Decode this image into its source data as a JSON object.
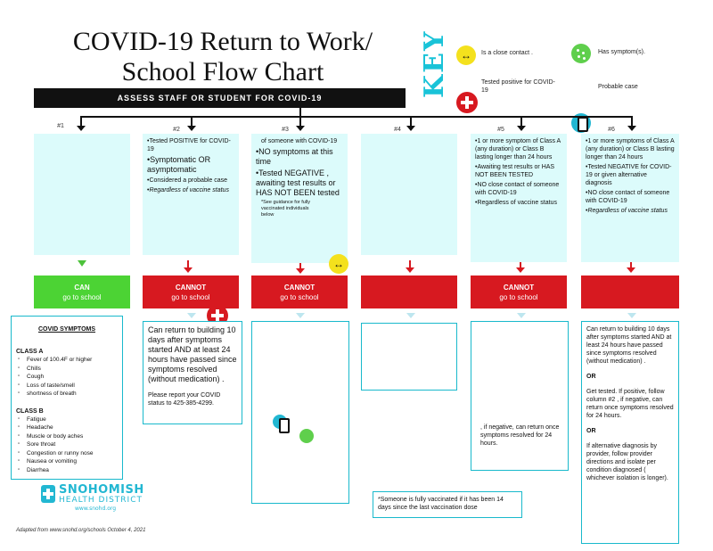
{
  "title_line1": "COVID-19 Return to Work/",
  "title_line2": "School Flow Chart",
  "banner": "ASSESS STAFF OR STUDENT FOR COVID-19",
  "key": {
    "label": "KEY",
    "contact_text": "Is a close contact .",
    "symptoms_text": "Has symptom(s).",
    "tested_text": "Tested positive for COVID-19",
    "probable_text": "Probable case",
    "contact_color": "#f4e11d",
    "symptoms_color": "#5fcf4c",
    "tested_color": "#d71920",
    "probable_color": "#22b7d2"
  },
  "columns": [
    {
      "num": "#1"
    },
    {
      "num": "#2"
    },
    {
      "num": "#3"
    },
    {
      "num": "#4"
    },
    {
      "num": "#5"
    },
    {
      "num": "#6"
    }
  ],
  "col2": {
    "b1": "Tested POSITIVE for COVID-19",
    "b2": "Symptomatic OR asymptomatic",
    "b3": "Considered a probable case",
    "b4": "Regardless of vaccine status"
  },
  "col3": {
    "l1": "of someone with COVID-19",
    "b1": "NO symptoms at this time",
    "b2": "Tested NEGATIVE , awaiting test results or HAS NOT BEEN tested",
    "note": "*See guidance for fully vaccinated individuals below"
  },
  "col5": {
    "b1": "1 or more symptom of Class A (any duration) or Class B lasting longer than 24 hours",
    "b2": "Awaiting test results or HAS NOT BEEN TESTED",
    "b3": "NO close contact of someone with COVID-19",
    "b4": "Regardless of vaccine status"
  },
  "col6": {
    "b1": "1 or more symptoms of Class A (any duration) or Class B lasting longer than 24 hours",
    "b2": "Tested NEGATIVE for COVID-19 or given alternative diagnosis",
    "b3": "NO close contact of someone with COVID-19",
    "b4": "Regardless of vaccine status"
  },
  "decisions": {
    "can": "CAN",
    "cannot": "CANNOT",
    "go": "go to school"
  },
  "symptoms": {
    "title": "COVID SYMPTOMS",
    "class_a": "CLASS A",
    "a_items": [
      "Fever of 100.4F or higher",
      "Chills",
      "Cough",
      "Loss of taste/smell",
      "shortness of breath"
    ],
    "class_b": "CLASS B",
    "b_items": [
      "Fatigue",
      "Headache",
      "Muscle or body aches",
      "Sore throat",
      "Congestion or runny nose",
      "Nausea or vomiting",
      "Diarrhea"
    ]
  },
  "out2": {
    "l1": "Can return to building 10 days after symptoms started AND at least 24 hours have passed since symptoms resolved (without medication) .",
    "l2": "Please report your COVID status to 425-385-4299."
  },
  "out5": {
    "l1": ", if negative, can return once symptoms resolved for 24 hours."
  },
  "out6": {
    "l1": "Can return to building 10 days after symptoms started AND at least 24 hours have passed since symptoms resolved (without medication) .",
    "or1": "OR",
    "l2": "Get tested. If positive, follow column #2 , if negative, can return once symptoms resolved for 24 hours.",
    "or2": "OR",
    "l3": "If alternative diagnosis by provider, follow provider directions and isolate per condition diagnosed ( whichever isolation is longer)."
  },
  "vaccinated_note": "*Someone is fully vaccinated if it has been 14 days since the last vaccination dose",
  "logo": {
    "name": "SNOHOMISH",
    "sub": "HEALTH DISTRICT",
    "url": "www.snohd.org"
  },
  "footer": "Adapted from www.snohd.org/schools October 4, 2021"
}
